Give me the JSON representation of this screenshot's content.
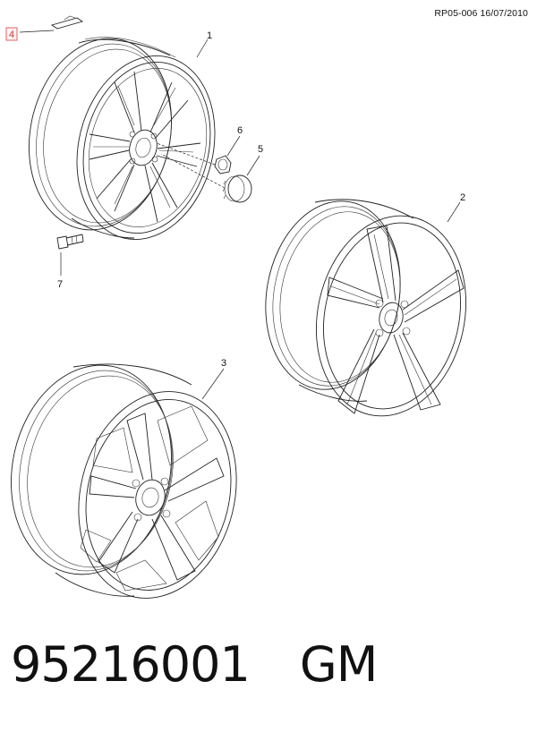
{
  "header": {
    "reference": "RP05-006 16/07/2010"
  },
  "callouts": [
    {
      "id": "1",
      "label": "1"
    },
    {
      "id": "2",
      "label": "2"
    },
    {
      "id": "3",
      "label": "3"
    },
    {
      "id": "4",
      "label": "4",
      "highlighted": true,
      "highlight_color": "#e05555"
    },
    {
      "id": "5",
      "label": "5"
    },
    {
      "id": "6",
      "label": "6"
    },
    {
      "id": "7",
      "label": "7"
    }
  ],
  "footer": {
    "part_number": "95216001",
    "brand": "GM"
  }
}
